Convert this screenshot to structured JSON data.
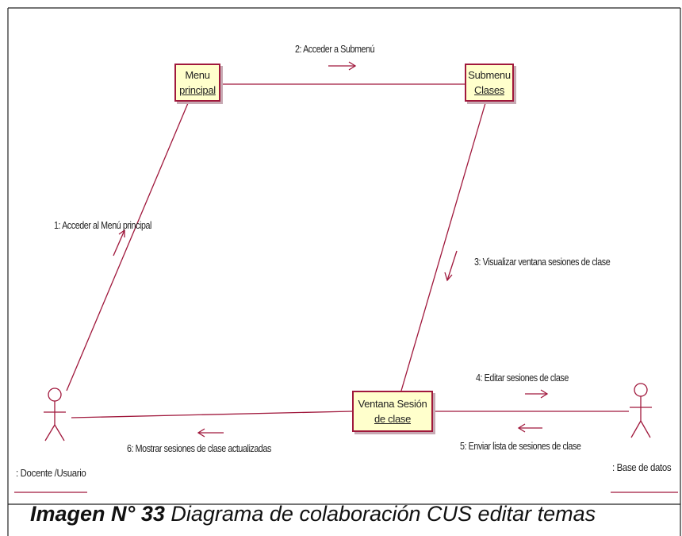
{
  "objects": {
    "menu_principal": {
      "line1": "Menu",
      "line2": "principal"
    },
    "submenu_clases": {
      "line1": "Submenu",
      "line2": "Clases"
    },
    "ventana_sesion": {
      "line1": "Ventana Sesión",
      "line2": "de clase"
    }
  },
  "actors": {
    "docente": ": Docente /Usuario",
    "base_datos": ": Base de datos"
  },
  "messages": {
    "m1": "1: Acceder al Menú principal",
    "m2": "2: Acceder a Submenú",
    "m3": "3: Visualizar ventana sesiones de clase",
    "m4": "4: Editar sesiones de clase",
    "m5": "5: Enviar lista de sesiones de clase",
    "m6": "6: Mostrar sesiones de clase actualizadas"
  },
  "caption": {
    "bold": "Imagen N° 33",
    "rest": " Diagrama de colaboración CUS editar temas"
  },
  "colors": {
    "link": "#a0183c",
    "box_fill": "#ffffcc",
    "frame": "#222222"
  }
}
